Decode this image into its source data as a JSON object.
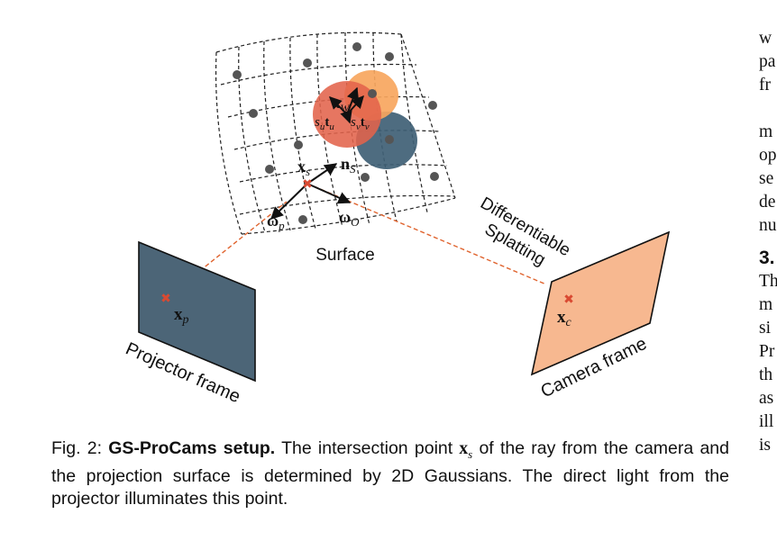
{
  "figure": {
    "surface_label": "Surface",
    "splatting_label_line1": "Differentiable",
    "splatting_label_line2": "Splatting",
    "projector_label": "Projector frame",
    "camera_label": "Camera frame",
    "xs": {
      "base": "x",
      "sub": "s"
    },
    "ns": {
      "base": "n",
      "sub": "S"
    },
    "omega_p": {
      "base": "ω",
      "sub": "p"
    },
    "omega_o": {
      "base": "ω",
      "sub": "O"
    },
    "xp": {
      "base": "x",
      "sub": "p"
    },
    "xc": {
      "base": "x",
      "sub": "c"
    },
    "tw": {
      "base": "t",
      "sub": "W"
    },
    "su_tu": {
      "s": "s",
      "s_sub": "u",
      "t": "t",
      "t_sub": "u"
    },
    "sv_tv": {
      "s": "s",
      "s_sub": "v",
      "t": "t",
      "t_sub": "v"
    },
    "colors": {
      "projector_fill": "#4c6577",
      "camera_fill": "#f7b890",
      "gaussian_red": "#e2634b",
      "gaussian_orange": "#f7a65e",
      "gaussian_blue": "#3f5f75",
      "ray": "#e0642f",
      "marker": "#d94a32"
    }
  },
  "caption": {
    "prefix": "Fig. 2: ",
    "title": "GS-ProCams setup.",
    "part1": " The intersection point ",
    "math_base": "x",
    "math_sub": "s",
    "part2": " of the ray from the camera and the projection surface is determined by 2D Gaussians. The direct light from the projector illuminates this point."
  },
  "right_column": {
    "lines": [
      "w",
      "pa",
      "fr",
      "",
      "m",
      "op",
      "se",
      "de",
      "nu"
    ],
    "heading": "3.",
    "lines2": [
      "Th",
      "m",
      "si",
      "Pr",
      "th",
      "as",
      "ill",
      "is"
    ]
  }
}
